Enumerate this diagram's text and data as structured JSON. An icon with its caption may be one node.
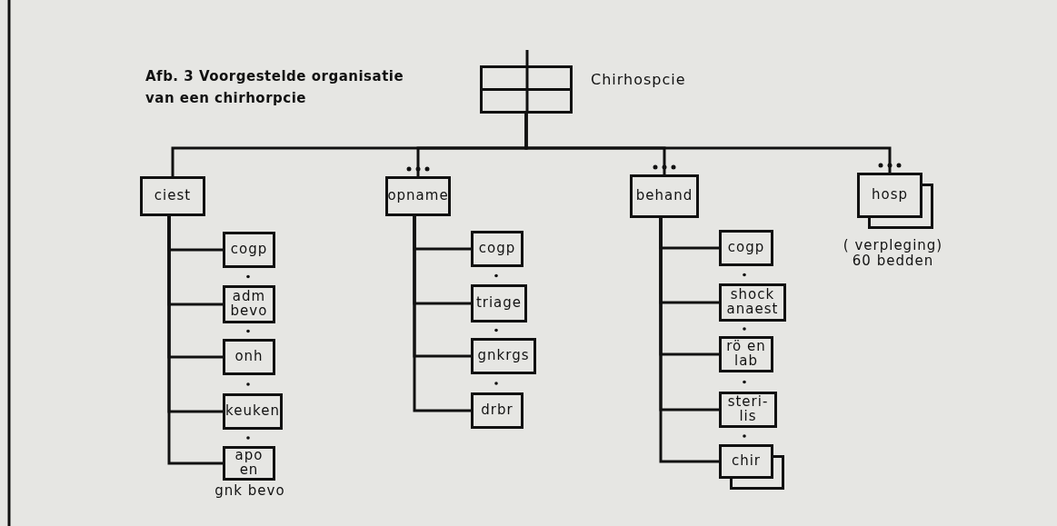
{
  "diagram": {
    "title": "Afb. 3 Voorgestelde organisatie van een chirhorpcie",
    "nodes": [
      {
        "text": [
          "Chirhospcie"
        ]
      },
      {
        "text": [
          "ciest"
        ]
      },
      {
        "text": [
          "opname"
        ]
      },
      {
        "text": [
          "behand"
        ]
      },
      {
        "text": [
          "hosp"
        ],
        "beside": [
          "( verpleging) 60 bedden"
        ]
      },
      {
        "text": [
          "cogp"
        ]
      },
      {
        "text": [
          "adm bevo"
        ]
      },
      {
        "text": [
          "onh"
        ]
      },
      {
        "text": [
          "keuken"
        ]
      },
      {
        "text": [
          "apo en"
        ],
        "beside": [
          "gnk bevo"
        ]
      },
      {
        "text": [
          "cogp"
        ]
      },
      {
        "text": [
          "triage"
        ]
      },
      {
        "text": [
          "gnkrgs"
        ]
      },
      {
        "text": [
          "drbr"
        ]
      },
      {
        "text": [
          "cogp"
        ]
      },
      {
        "text": [
          "shock anaest"
        ]
      },
      {
        "text": [
          "rö en lab"
        ]
      },
      {
        "text": [
          "steri- lis"
        ]
      },
      {
        "text": [
          "chir"
        ]
      }
    ],
    "edges": [
      {
        "from": 0,
        "to": 1,
        "arrow": "none"
      },
      {
        "from": 0,
        "to": 2,
        "arrow": "other"
      },
      {
        "from": 0,
        "to": 3,
        "arrow": "other"
      },
      {
        "from": 0,
        "to": 4,
        "arrow": "other"
      },
      {
        "from": 1,
        "to": 5,
        "arrow": "none"
      },
      {
        "from": 1,
        "to": 6,
        "arrow": "none"
      },
      {
        "from": 1,
        "to": 7,
        "arrow": "none"
      },
      {
        "from": 1,
        "to": 8,
        "arrow": "none"
      },
      {
        "from": 1,
        "to": 9,
        "arrow": "none"
      },
      {
        "from": 2,
        "to": 10,
        "arrow": "none"
      },
      {
        "from": 2,
        "to": 11,
        "arrow": "none"
      },
      {
        "from": 2,
        "to": 12,
        "arrow": "none"
      },
      {
        "from": 2,
        "to": 13,
        "arrow": "none"
      },
      {
        "from": 3,
        "to": 14,
        "arrow": "none"
      },
      {
        "from": 3,
        "to": 15,
        "arrow": "none"
      },
      {
        "from": 3,
        "to": 16,
        "arrow": "none"
      },
      {
        "from": 3,
        "to": 17,
        "arrow": "none"
      },
      {
        "from": 3,
        "to": 18,
        "arrow": "none"
      }
    ]
  }
}
